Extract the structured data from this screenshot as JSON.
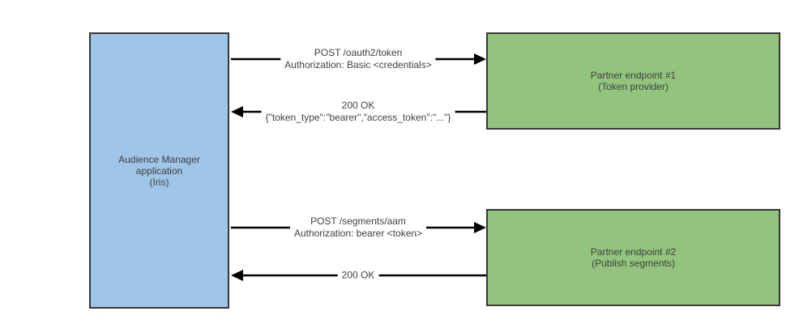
{
  "diagram": {
    "actors": {
      "client": {
        "label_lines": [
          "Audience Manager",
          "application",
          "(Iris)"
        ],
        "fill": "#9fc5e8"
      },
      "endpoint1": {
        "label_lines": [
          "Partner endpoint #1",
          "(Token provider)"
        ],
        "fill": "#93c47d"
      },
      "endpoint2": {
        "label_lines": [
          "Partner endpoint #2",
          "(Publish segments)"
        ],
        "fill": "#93c47d"
      }
    },
    "messages": [
      {
        "id": "token-request",
        "direction": "right",
        "from": "client",
        "to": "endpoint1",
        "lines": [
          "POST /oauth2/token",
          "Authorization: Basic <credentials>"
        ]
      },
      {
        "id": "token-response",
        "direction": "left",
        "from": "endpoint1",
        "to": "client",
        "lines": [
          "200 OK",
          "{\"token_type\":\"bearer\",\"access_token\":\"...\"}"
        ]
      },
      {
        "id": "publish-request",
        "direction": "right",
        "from": "client",
        "to": "endpoint2",
        "lines": [
          "POST /segments/aam",
          "Authorization: bearer <token>"
        ]
      },
      {
        "id": "publish-response",
        "direction": "left",
        "from": "endpoint2",
        "to": "client",
        "lines": [
          "200 OK"
        ]
      }
    ],
    "colors": {
      "client_fill": "#9fc5e8",
      "endpoint_fill": "#93c47d",
      "node_border": "#383838",
      "arrow": "#000000",
      "text": "#3f3f3f",
      "background": "#ffffff"
    }
  }
}
